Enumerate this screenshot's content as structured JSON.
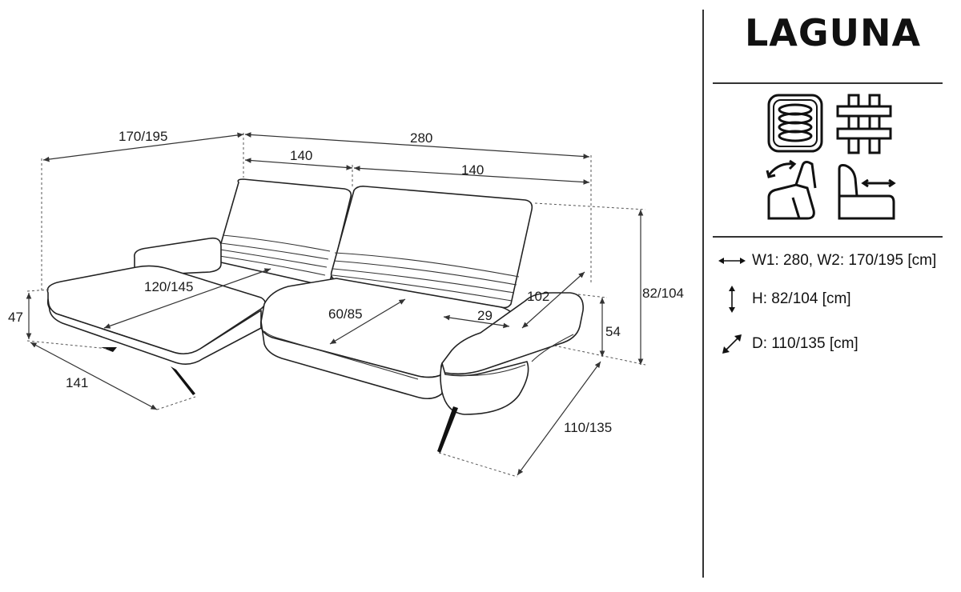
{
  "product": {
    "name": "LAGUNA"
  },
  "dimensions": {
    "total_depth_chaise": "170/195",
    "total_width": "280",
    "left_seat_width": "140",
    "right_seat_width": "140",
    "chaise_length": "120/145",
    "seat_depth": "60/85",
    "back_offset": "29",
    "armrest_depth": "102",
    "total_height": "82/104",
    "armrest_height": "54",
    "seat_height": "47",
    "chaise_width": "141",
    "depth": "110/135"
  },
  "feature_icons": [
    "pocket-spring-icon",
    "fabric-weave-icon",
    "adjustable-headrest-icon",
    "sliding-seat-icon"
  ],
  "specs": [
    {
      "icon": "width-arrow-icon",
      "text": "W1: 280, W2: 170/195 [cm]"
    },
    {
      "icon": "height-arrow-icon",
      "text": "H: 82/104 [cm]"
    },
    {
      "icon": "depth-arrow-icon",
      "text": "D: 110/135 [cm]"
    }
  ]
}
